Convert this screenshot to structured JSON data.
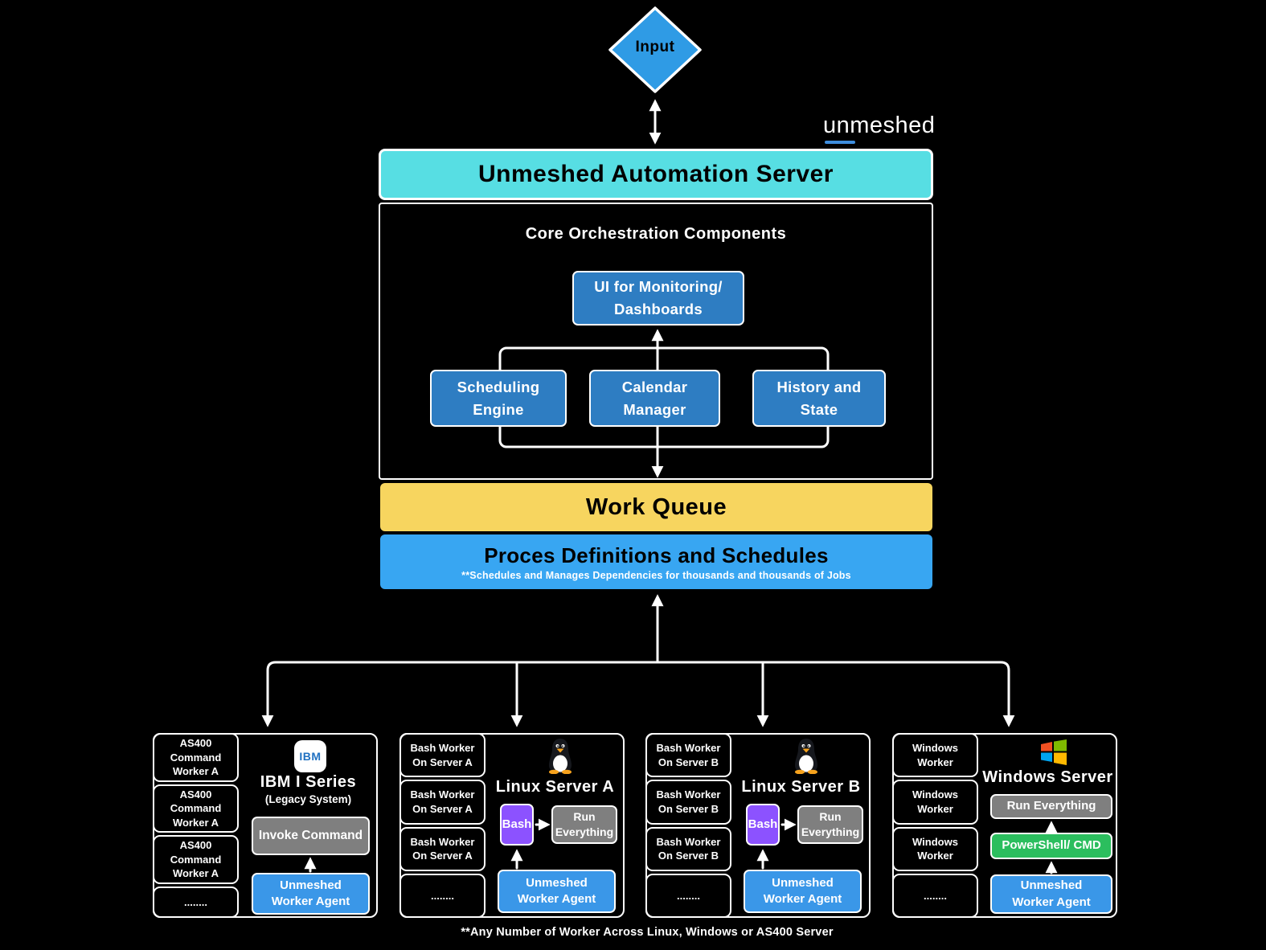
{
  "brand": {
    "logo_text": "unmeshed"
  },
  "input_node": {
    "label": "Input"
  },
  "automation_server": {
    "banner": "Unmeshed Automation Server"
  },
  "core": {
    "heading": "Core Orchestration Components",
    "ui_box": {
      "line1": "UI for Monitoring/",
      "line2": "Dashboards"
    },
    "components": [
      {
        "label": "Scheduling Engine"
      },
      {
        "label": "Calendar Manager"
      },
      {
        "label": "History and State"
      }
    ]
  },
  "work_queue": {
    "banner": "Work Queue"
  },
  "process_definitions": {
    "title": "Proces Definitions and Schedules",
    "note": "**Schedules and Manages Dependencies for thousands and thousands of Jobs"
  },
  "servers": [
    {
      "icon": "ibm-logo",
      "icon_text": "IBM",
      "title": "IBM I Series",
      "subtitle": "(Legacy System)",
      "workers": [
        "AS400 Command Worker A",
        "AS400 Command Worker A",
        "AS400 Command Worker A",
        "........"
      ],
      "invoke_box": "Invoke Command",
      "agent_box": "Unmeshed Worker Agent"
    },
    {
      "icon": "tux-penguin",
      "title": "Linux Server A",
      "workers": [
        "Bash Worker On Server A",
        "Bash Worker On Server A",
        "Bash Worker On Server A",
        "........"
      ],
      "bash_box": "Bash",
      "run_box": "Run Everything",
      "agent_box": "Unmeshed Worker Agent"
    },
    {
      "icon": "tux-penguin",
      "title": "Linux Server B",
      "workers": [
        "Bash Worker On Server B",
        "Bash Worker On Server B",
        "Bash Worker On Server B",
        "........"
      ],
      "bash_box": "Bash",
      "run_box": "Run Everything",
      "agent_box": "Unmeshed Worker Agent"
    },
    {
      "icon": "windows-logo",
      "title": "Windows Server",
      "workers": [
        "Windows Worker",
        "Windows Worker",
        "Windows Worker",
        "........"
      ],
      "run_box": "Run Everything",
      "shell_box": "PowerShell/ CMD",
      "agent_box": "Unmeshed Worker Agent"
    }
  ],
  "footnote": "**Any Number of Worker Across Linux, Windows or AS400 Server",
  "colors": {
    "background": "#000000",
    "diamond_blue": "#2F9BE5",
    "cyan_banner": "#57DEE3",
    "component_blue": "#2E7DC2",
    "work_queue_yellow": "#F7D55F",
    "process_blue": "#38A6F2",
    "agent_blue": "#3A97E8",
    "bash_purple": "#8C52FF",
    "powershell_green": "#2BBE5E",
    "box_gray": "#7F7F7F",
    "ibm_blue": "#1F70C1",
    "logo_underline": "#3E8EDE",
    "line_white": "#FFFFFF"
  }
}
